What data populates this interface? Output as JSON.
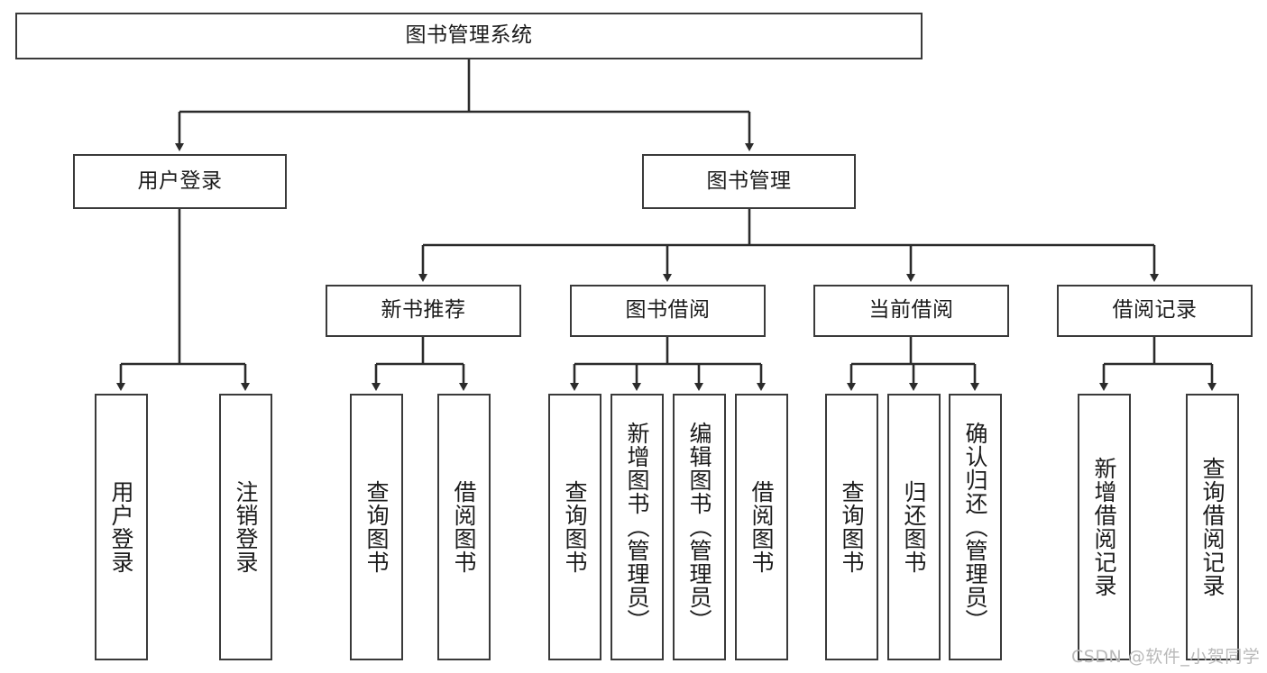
{
  "diagram": {
    "title": "图书管理系统",
    "type": "tree-hierarchy-diagram",
    "colors": {
      "box_border": "#3a3a3a",
      "box_fill": "#ffffff",
      "edge": "#2b2b2b",
      "text": "#1b1b1b",
      "watermark": "#b9b9b9",
      "background": "#ffffff"
    },
    "root": {
      "label": "图书管理系统"
    },
    "level2": [
      {
        "label": "用户登录"
      },
      {
        "label": "图书管理"
      }
    ],
    "level3": [
      {
        "label": "新书推荐"
      },
      {
        "label": "图书借阅"
      },
      {
        "label": "当前借阅"
      },
      {
        "label": "借阅记录"
      }
    ],
    "leaves_user_login": [
      {
        "label": "用户登录"
      },
      {
        "label": "注销登录"
      }
    ],
    "leaves_new_book": [
      {
        "label": "查询图书"
      },
      {
        "label": "借阅图书"
      }
    ],
    "leaves_borrow": [
      {
        "label": "查询图书"
      },
      {
        "label": "新增图书（管理员）"
      },
      {
        "label": "编辑图书（管理员）"
      },
      {
        "label": "借阅图书"
      }
    ],
    "leaves_current": [
      {
        "label": "查询图书"
      },
      {
        "label": "归还图书"
      },
      {
        "label": "确认归还（管理员）"
      }
    ],
    "leaves_records": [
      {
        "label": "新增借阅记录"
      },
      {
        "label": "查询借阅记录"
      }
    ]
  },
  "watermark": {
    "text": "CSDN @软件_小贺同学"
  }
}
